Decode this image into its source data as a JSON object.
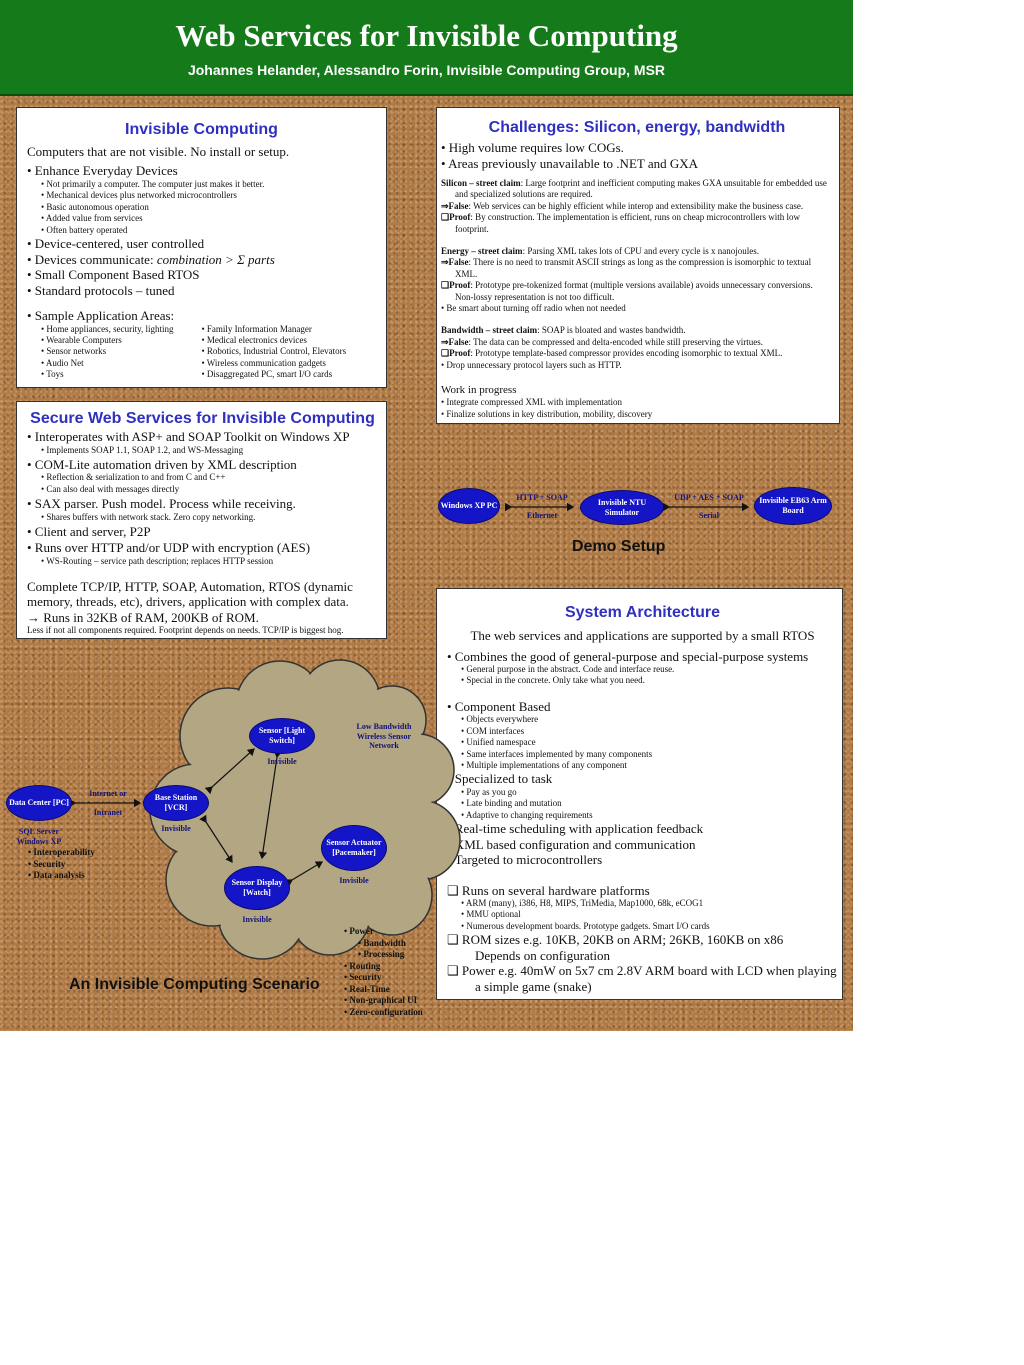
{
  "header": {
    "title": "Web Services for Invisible Computing",
    "authors": "Johannes Helander, Alessandro Forin, Invisible Computing Group, MSR"
  },
  "invisible_computing": {
    "title": "Invisible Computing",
    "intro": "Computers that are not visible. No install or setup.",
    "b1": "• Enhance Everyday Devices",
    "b1_subs": [
      "• Not primarily a computer. The computer just makes it better.",
      "• Mechanical devices plus networked microcontrollers",
      "• Basic autonomous operation",
      "• Added value from services",
      "• Often battery operated"
    ],
    "b2": "• Device-centered, user controlled",
    "b3_prefix": "• Devices communicate: ",
    "b3_italic": "combination > Σ parts",
    "b4": "• Small Component Based RTOS",
    "b5": "• Standard protocols – tuned",
    "sample_title": "• Sample Application Areas:",
    "sample_left": [
      "• Home appliances, security, lighting",
      "• Wearable Computers",
      "• Sensor networks",
      "• Audio Net",
      "• Toys"
    ],
    "sample_right": [
      "• Family Information Manager",
      "• Medical electronics devices",
      "• Robotics, Industrial Control, Elevators",
      "• Wireless communication gadgets",
      "• Disaggregated PC, smart I/O cards"
    ]
  },
  "secure": {
    "title": "Secure Web Services for Invisible Computing",
    "b1": "• Interoperates with ASP+ and SOAP Toolkit on Windows XP",
    "b1_subs": [
      "• Implements SOAP 1.1, SOAP 1.2, and WS-Messaging"
    ],
    "b2": "• COM-Lite automation driven by XML description",
    "b2_subs": [
      "• Reflection & serialization to and from C and C++",
      "• Can also deal with messages directly"
    ],
    "b3": "• SAX parser. Push model. Process while receiving.",
    "b3_subs": [
      "• Shares buffers with network stack. Zero copy networking."
    ],
    "b4": "• Client and server, P2P",
    "b5": "• Runs over HTTP and/or UDP with encryption (AES)",
    "b5_subs": [
      "• WS-Routing – service path description; replaces HTTP session"
    ],
    "para1": "Complete TCP/IP, HTTP, SOAP, Automation, RTOS (dynamic memory, threads, etc), drivers, application with complex data.",
    "para2": "→ Runs in 32KB of RAM, 200KB of ROM.",
    "note": "Less if not all components required. Footprint depends on needs. TCP/IP is biggest hog."
  },
  "challenges": {
    "title": "Challenges: Silicon, energy, bandwidth",
    "b1": "•   High volume requires low COGs.",
    "b2": "•   Areas previously unavailable to .NET and GXA",
    "silicon_head": "Silicon – street claim",
    "silicon_text": ": Large footprint and inefficient computing makes GXA unsuitable for embedded use and specialized solutions are required.",
    "silicon_false_head": "⇒False",
    "silicon_false": ": Web services can be highly efficient while interop and extensibility make the business case.",
    "silicon_proof_head": "❑Proof",
    "silicon_proof": ": By construction. The implementation is efficient, runs on cheap microcontrollers with low footprint.",
    "energy_head": "Energy – street claim",
    "energy_text": ": Parsing XML takes lots of CPU and every cycle is x nanojoules.",
    "energy_false_head": "⇒False",
    "energy_false": ": There is no need to transmit ASCII strings as long as the compression is isomorphic to textual XML.",
    "energy_proof_head": "❑Proof",
    "energy_proof": ": Prototype pre-tokenized format (multiple versions available) avoids unnecessary conversions. Non-lossy representation is not too difficult.",
    "energy_bullet": "•     Be smart about turning off radio when not needed",
    "bandwidth_head": "Bandwidth – street claim",
    "bandwidth_text": ": SOAP is bloated and wastes bandwidth.",
    "bandwidth_false_head": "⇒False",
    "bandwidth_false": ": The data can be compressed and delta-encoded while still preserving the virtues.",
    "bandwidth_proof_head": "❑Proof",
    "bandwidth_proof": ": Prototype template-based compressor provides encoding isomorphic to textual XML.",
    "bandwidth_bullet": "•     Drop unnecessary protocol layers such as HTTP.",
    "wip_title": "Work in progress",
    "wip": [
      "•      Integrate compressed XML with implementation",
      "•      Finalize solutions in key distribution, mobility, discovery"
    ]
  },
  "demo": {
    "caption": "Demo Setup",
    "n1": "Windows XP PC",
    "n2": "Invisible NTU Simulator",
    "n3": "Invisible EB63 Arm Board",
    "link1_top": "HTTP + SOAP",
    "link1_bottom": "Ethernet",
    "link2_top": "UDP + AES + SOAP",
    "link2_bottom": "Serial"
  },
  "architecture": {
    "title": "System Architecture",
    "intro": "The web services and applications are supported by a small RTOS",
    "b1": "• Combines the good of general-purpose and special-purpose systems",
    "b1_subs": [
      "• General purpose in the abstract. Code and interface reuse.",
      "• Special in the concrete. Only take what you need."
    ],
    "b2": "• Component Based",
    "b2_subs": [
      "• Objects everywhere",
      "• COM interfaces",
      "• Unified namespace",
      "• Same interfaces implemented by many components",
      "• Multiple implementations of any component"
    ],
    "b3": "• Specialized to task",
    "b3_subs": [
      "• Pay as you go",
      "• Late binding and mutation",
      "• Adaptive to changing requirements"
    ],
    "b4": "• Real-time scheduling with application feedback",
    "b5": "• XML based configuration and communication",
    "b6": "• Targeted to microcontrollers",
    "c1": "❑ Runs on several hardware platforms",
    "c1_subs": [
      "• ARM (many), i386, H8, MIPS, TriMedia, Map1000, 68k, eCOG1",
      "• MMU optional",
      "• Numerous development boards. Prototype gadgets. Smart I/O cards"
    ],
    "c2": "❑ ROM sizes e.g. 10KB, 20KB on ARM; 26KB, 160KB on x86",
    "c2_cont": "Depends on configuration",
    "c3": "❑ Power e.g. 40mW on 5x7 cm 2.8V ARM board with LCD when playing",
    "c3_cont": "a simple game (snake)"
  },
  "scenario": {
    "caption": "An Invisible Computing Scenario",
    "network_label": "Low Bandwidth Wireless Sensor Network",
    "data_center": "Data Center [PC]",
    "base_station": "Base Station [VCR]",
    "sensor_light": "Sensor [Light Switch]",
    "sensor_actuator": "Sensor Actuator [Pacemaker]",
    "sensor_display": "Sensor Display [Watch]",
    "invisible": "Invisible",
    "link_top": "Internet or",
    "link_bottom": "Intranet",
    "sql_lines": [
      "SQL Server",
      "Windows XP"
    ],
    "sql_bullets": [
      "• Interoperability",
      "• Security",
      "• Data analysis"
    ],
    "features": [
      "• Power",
      "• Bandwidth",
      "• Processing",
      "• Routing",
      "• Security",
      "• Real-Time",
      "• Non-graphical UI",
      "• Zero-configuration"
    ]
  },
  "colors": {
    "header_green": "#157a19",
    "title_blue": "#3030c0",
    "node_blue": "#1515c8",
    "background_brown": "#b07a45",
    "cloud": "#b3a683"
  }
}
